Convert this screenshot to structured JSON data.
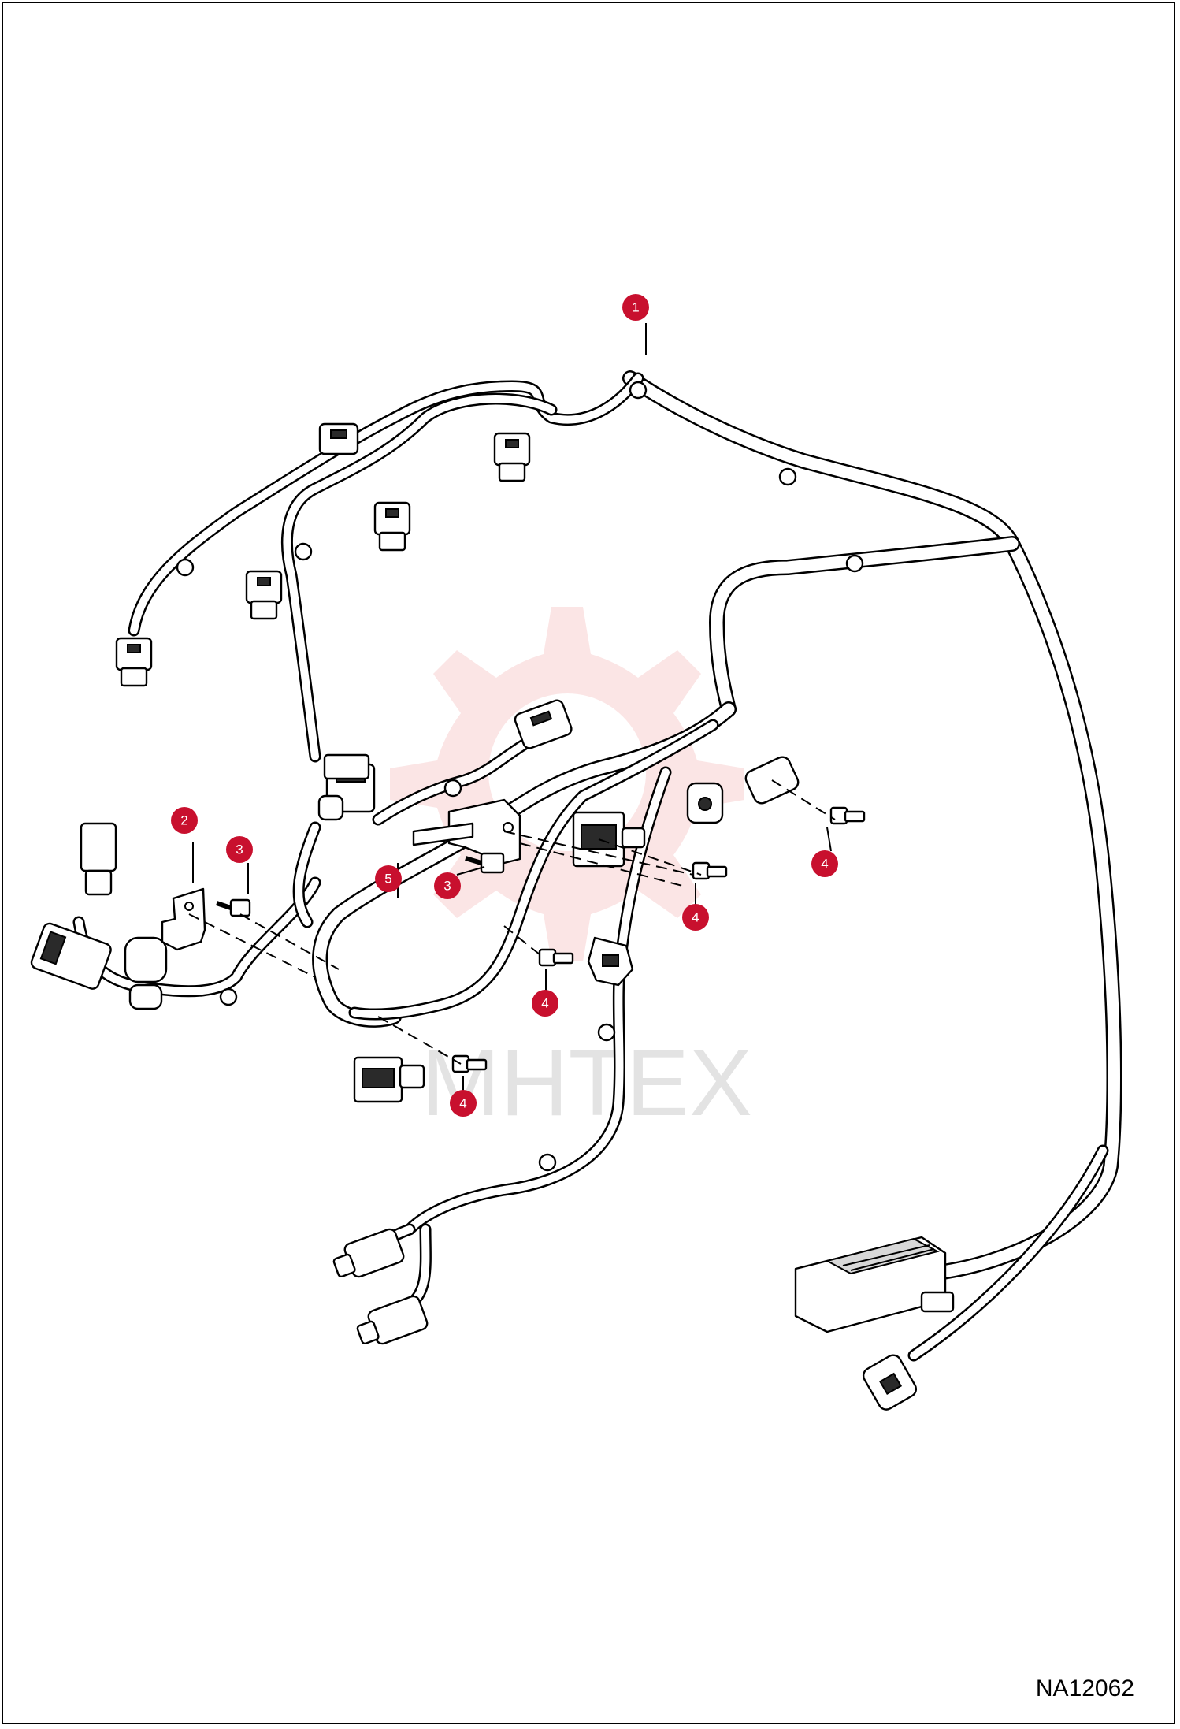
{
  "drawing_number": "NA12062",
  "watermark_text": "MHTEX",
  "colors": {
    "callout": "#c8102e",
    "watermark": "#f3b5b5",
    "line": "#000000"
  },
  "callouts": [
    {
      "id": "callout-1",
      "label": "1"
    },
    {
      "id": "callout-2",
      "label": "2"
    },
    {
      "id": "callout-3a",
      "label": "3"
    },
    {
      "id": "callout-5",
      "label": "5"
    },
    {
      "id": "callout-3b",
      "label": "3"
    },
    {
      "id": "callout-4a",
      "label": "4"
    },
    {
      "id": "callout-4b",
      "label": "4"
    },
    {
      "id": "callout-4c",
      "label": "4"
    },
    {
      "id": "callout-4d",
      "label": "4"
    }
  ]
}
